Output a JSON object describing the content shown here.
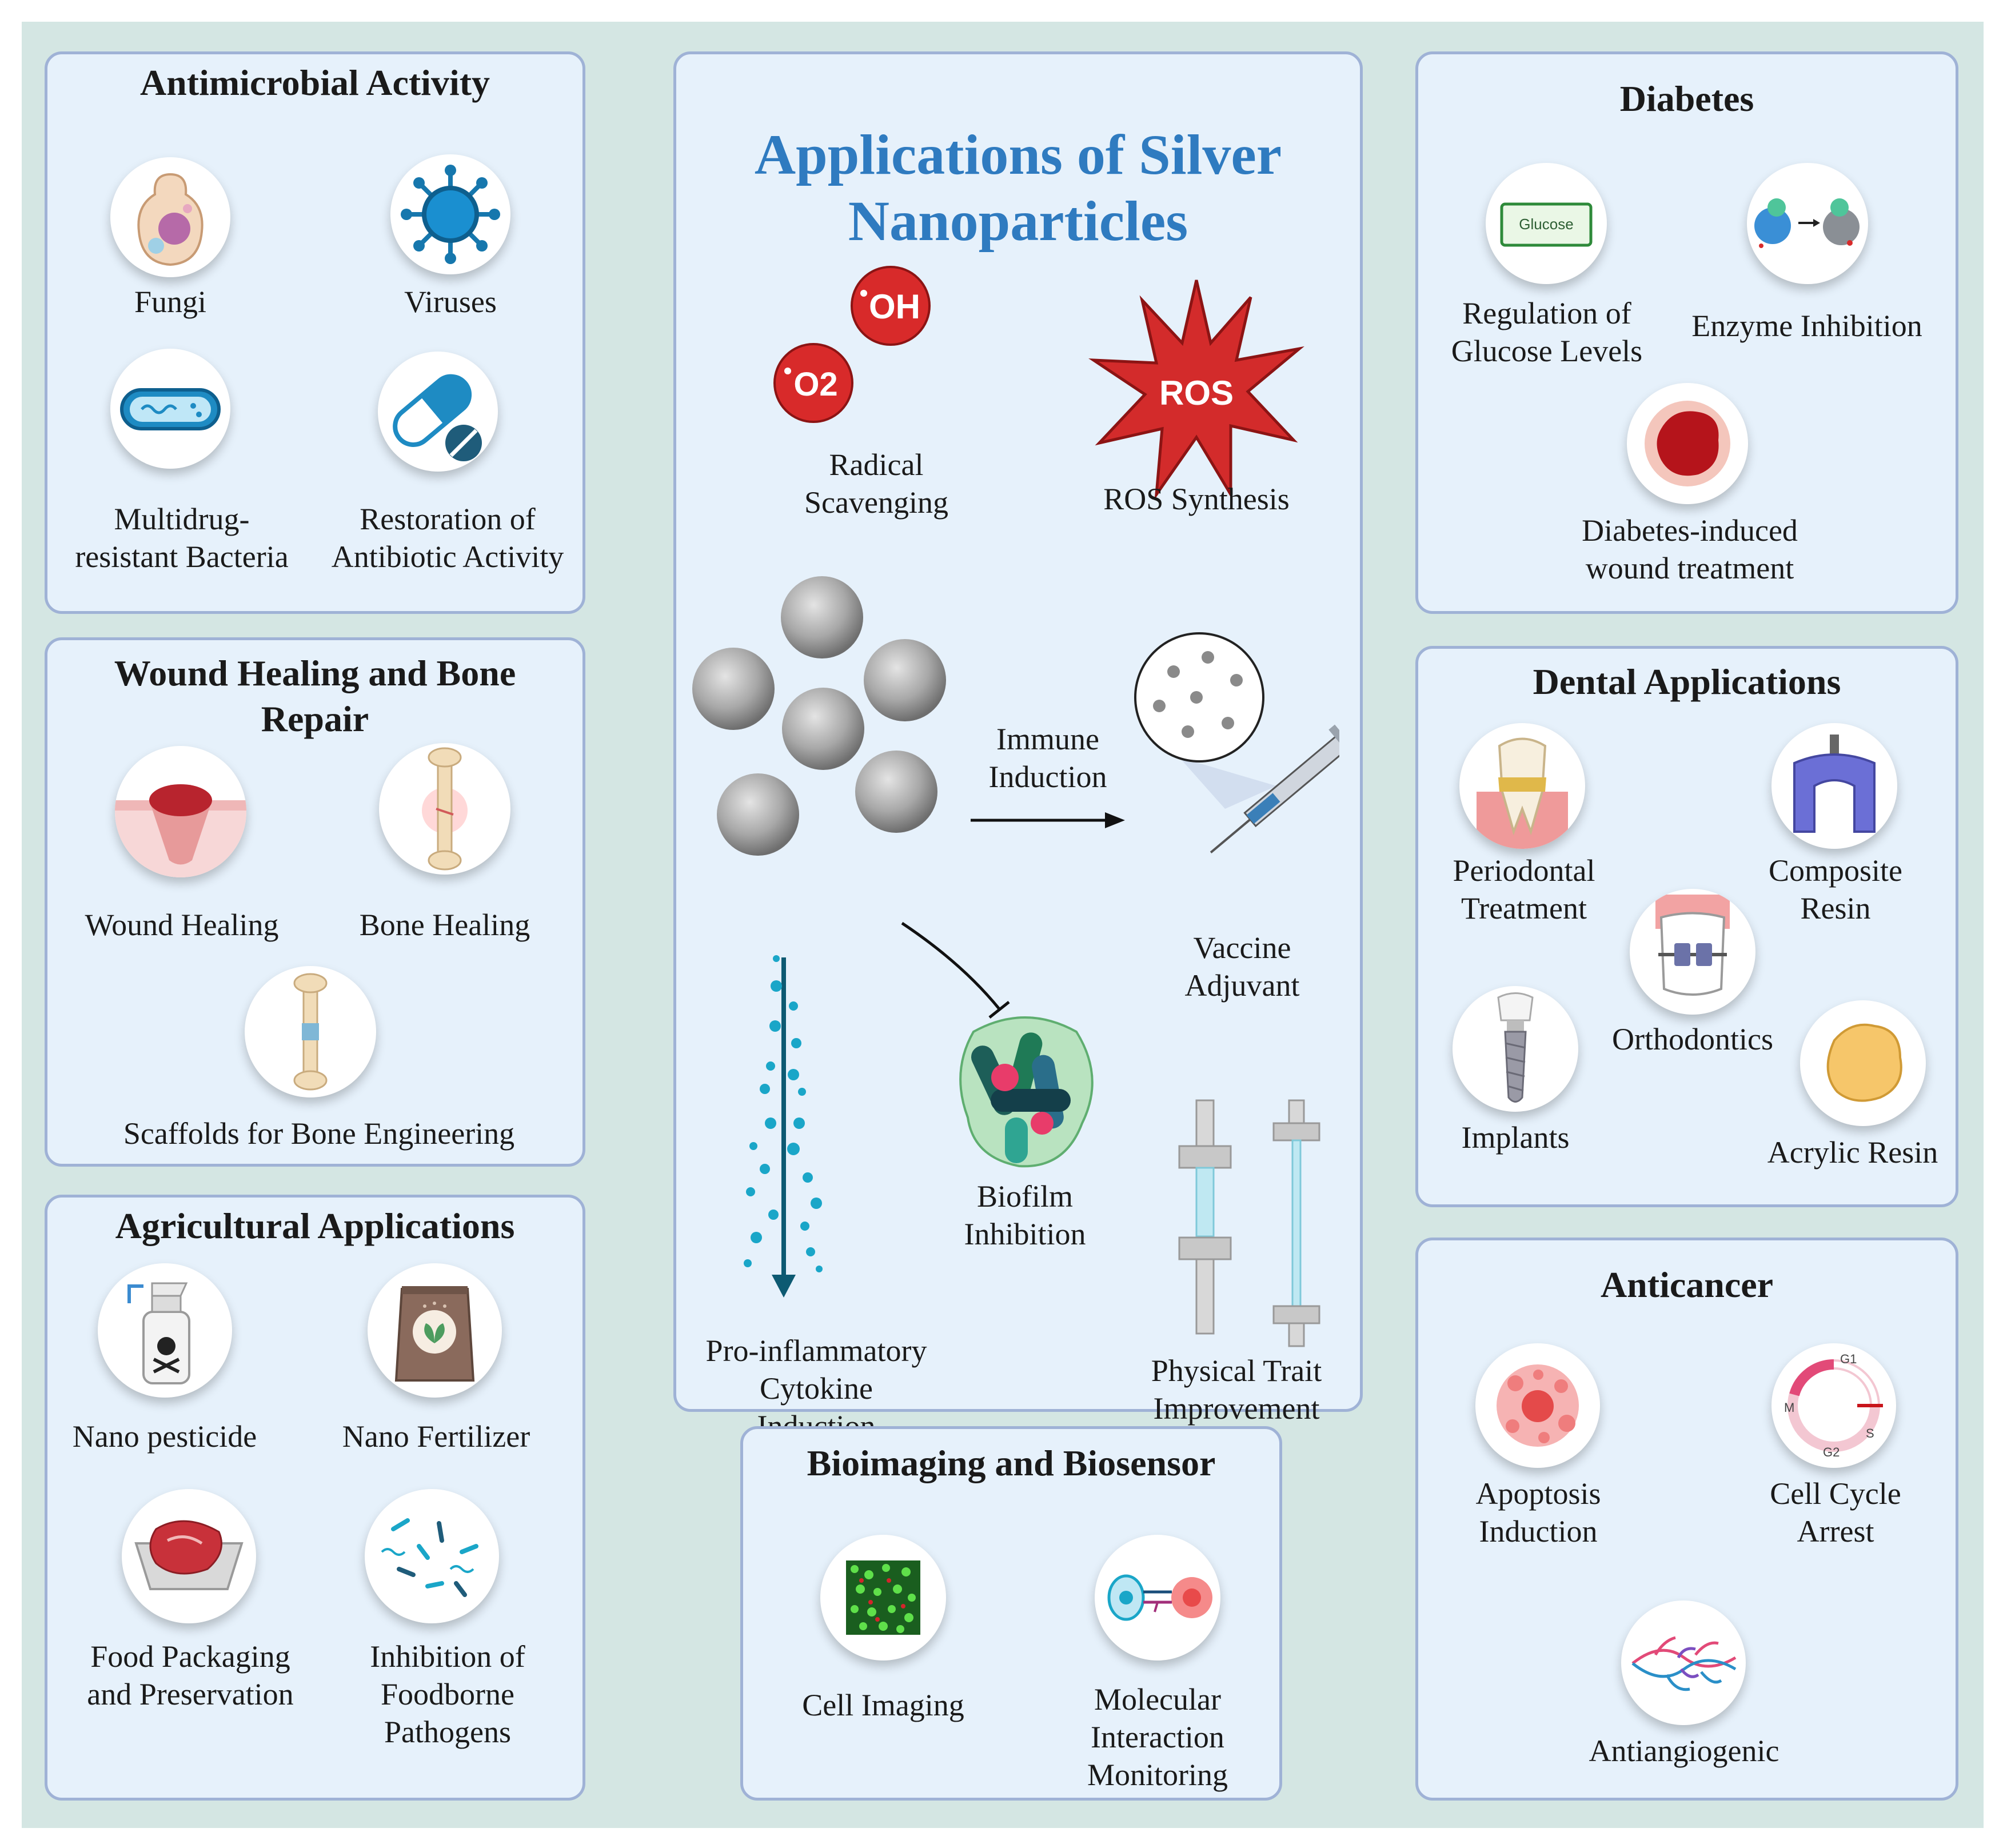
{
  "center": {
    "title_line1": "Applications of Silver",
    "title_line2": "Nanoparticles",
    "oh_label": "OH",
    "o2_label": "O2",
    "ros_label": "ROS",
    "radical_scavenging": "Radical\nScavenging",
    "ros_synthesis": "ROS Synthesis",
    "immune_induction": "Immune\nInduction",
    "vaccine_adjuvant": "Vaccine\nAdjuvant",
    "biofilm_inhibition": "Biofilm\nInhibition",
    "pro_inflammatory": "Pro-inflammatory\nCytokine\nInduction",
    "physical_trait": "Physical Trait\nImprovement"
  },
  "antimicrobial": {
    "title": "Antimicrobial Activity",
    "fungi": "Fungi",
    "viruses": "Viruses",
    "multidrug": "Multidrug-\nresistant Bacteria",
    "restoration": "Restoration of\nAntibiotic Activity"
  },
  "wound": {
    "title": "Wound Healing and Bone\nRepair",
    "wound_healing": "Wound Healing",
    "bone_healing": "Bone Healing",
    "scaffolds": "Scaffolds for Bone Engineering"
  },
  "agri": {
    "title": "Agricultural Applications",
    "pesticide": "Nano pesticide",
    "fertilizer": "Nano Fertilizer",
    "food": "Food Packaging\nand Preservation",
    "foodborne": "Inhibition of\nFoodborne\nPathogens"
  },
  "bioimaging": {
    "title": "Bioimaging and Biosensor",
    "cell_imaging": "Cell Imaging",
    "molecular": "Molecular\nInteraction\nMonitoring"
  },
  "diabetes": {
    "title": "Diabetes",
    "glucose_box": "Glucose",
    "regulation": "Regulation of\nGlucose Levels",
    "enzyme": "Enzyme Inhibition",
    "wound": "Diabetes-induced\nwound treatment"
  },
  "dental": {
    "title": "Dental Applications",
    "periodontal": "Periodontal\nTreatment",
    "composite": "Composite\nResin",
    "orthodontics": "Orthodontics",
    "implants": "Implants",
    "acrylic": "Acrylic Resin"
  },
  "anticancer": {
    "title": "Anticancer",
    "apoptosis": "Apoptosis\nInduction",
    "cell_cycle": "Cell Cycle\nArrest",
    "antiangiogenic": "Antiangiogenic",
    "g1": "G1",
    "g2": "G2",
    "m": "M",
    "s": "S"
  },
  "colors": {
    "title_blue": "#2f7bc0",
    "panel_fill": "#e6f1fb",
    "panel_border": "#9fb2d6",
    "background": "#d4e6e3",
    "radical_red": "#d82a2a",
    "cyan": "#1aa6c8"
  }
}
